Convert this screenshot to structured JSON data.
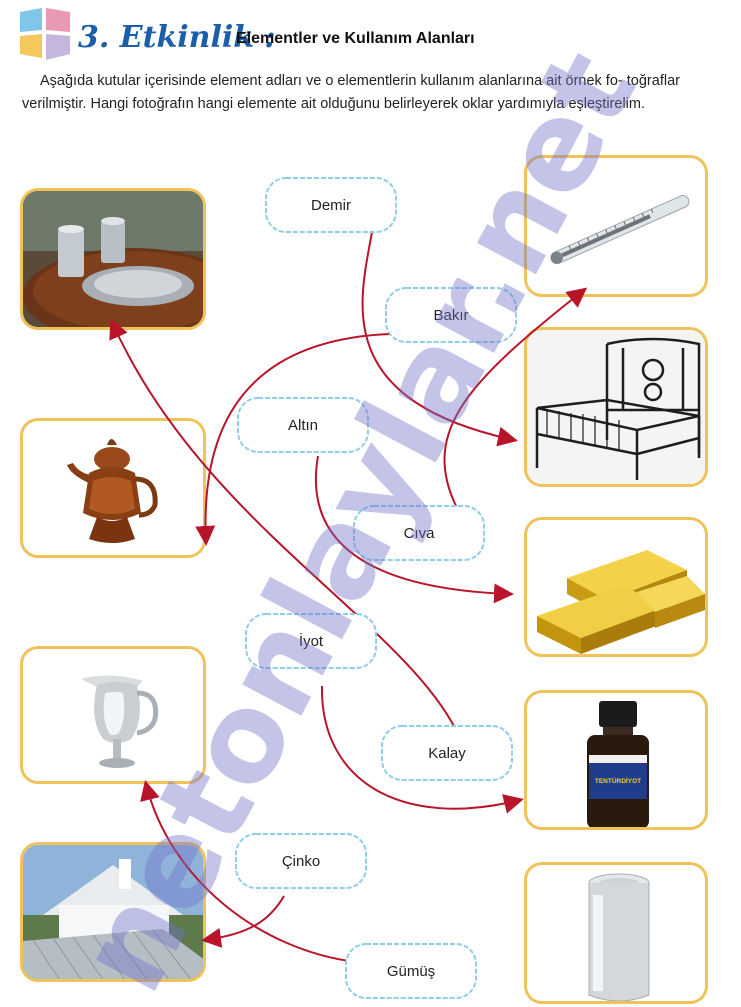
{
  "header": {
    "number_title": "3. Etkinlik :",
    "subtitle": "Elementler ve Kullanım Alanları"
  },
  "intro": {
    "line1": "Aşağıda kutular içerisinde element adları ve o elementlerin kullanım alanlarına ait örnek fo-",
    "line2": "toğraflar verilmiştir. Hangi fotoğrafın hangi elemente ait olduğunu belirleyerek oklar yardımıyla",
    "line3": "eşleştirelim."
  },
  "elements": {
    "demir": "Demir",
    "bakir": "Bakır",
    "altin": "Altın",
    "civa": "Cıva",
    "iyot": "İyot",
    "kalay": "Kalay",
    "cinko": "Çinko",
    "gumus": "Gümüş"
  },
  "bottle_label": "TENTÜRDİYOT",
  "watermark": "netonlaylar.net",
  "colors": {
    "arrow": "#b8152a",
    "cloud_stroke": "#8fcde8",
    "photo_border": "#f0c35a",
    "title_blue": "#1a5fa8",
    "watermark": "#6f72c9"
  }
}
